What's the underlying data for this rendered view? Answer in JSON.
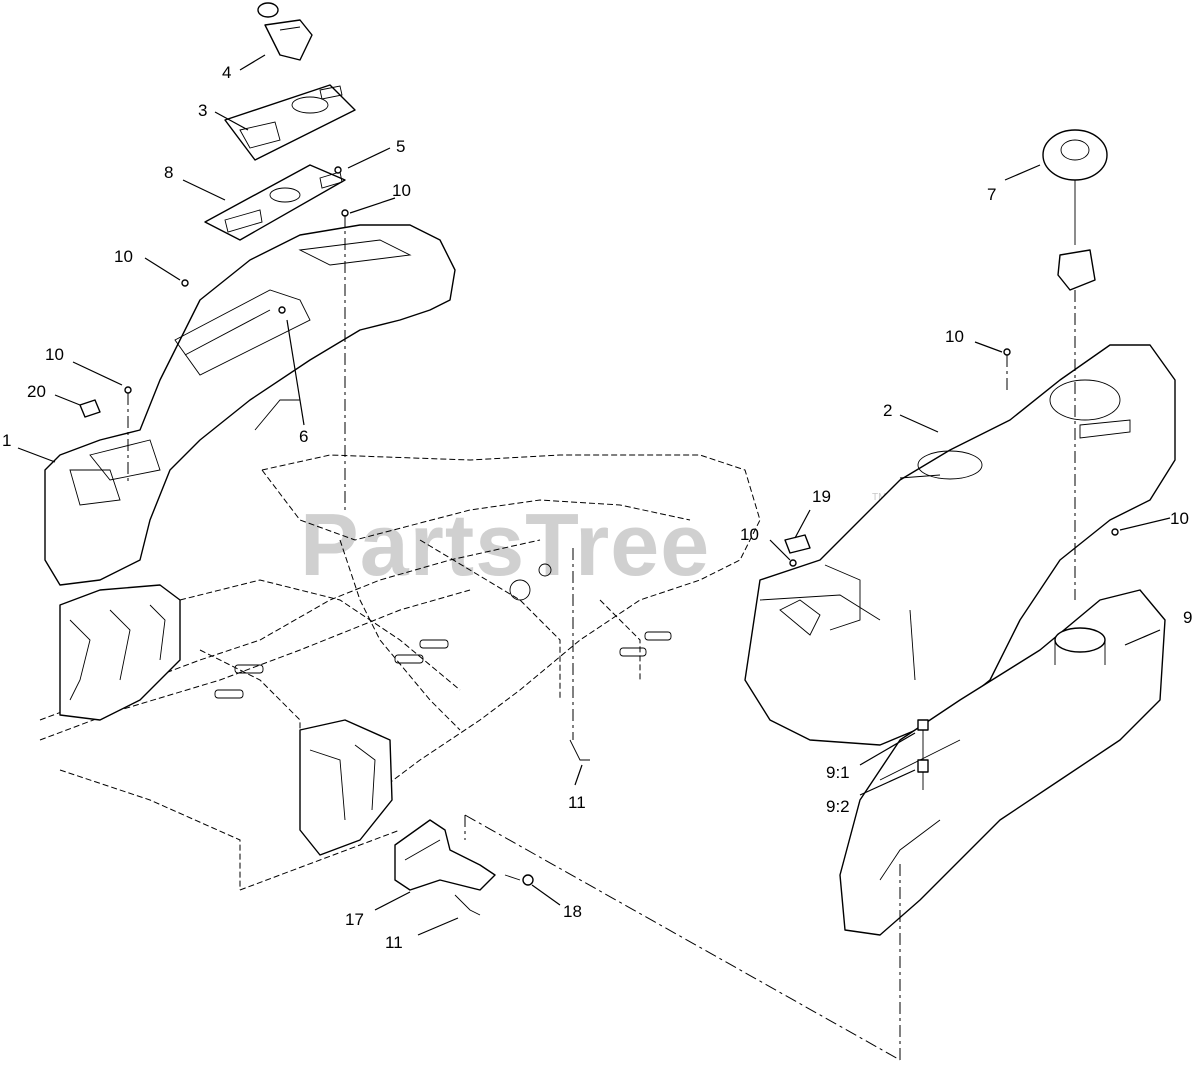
{
  "watermark": {
    "text": "PartsTree",
    "trademark": "TM"
  },
  "callouts": {
    "c1": "1",
    "c2": "2",
    "c3": "3",
    "c4": "4",
    "c5": "5",
    "c6": "6",
    "c7": "7",
    "c8": "8",
    "c9": "9",
    "c10a": "10",
    "c10b": "10",
    "c10c": "10",
    "c10d": "10",
    "c10e": "10",
    "c10f": "10",
    "c11a": "11",
    "c11b": "11",
    "c17": "17",
    "c18": "18",
    "c19": "19",
    "c20": "20",
    "c9_1": "9:1",
    "c9_2": "9:2"
  }
}
